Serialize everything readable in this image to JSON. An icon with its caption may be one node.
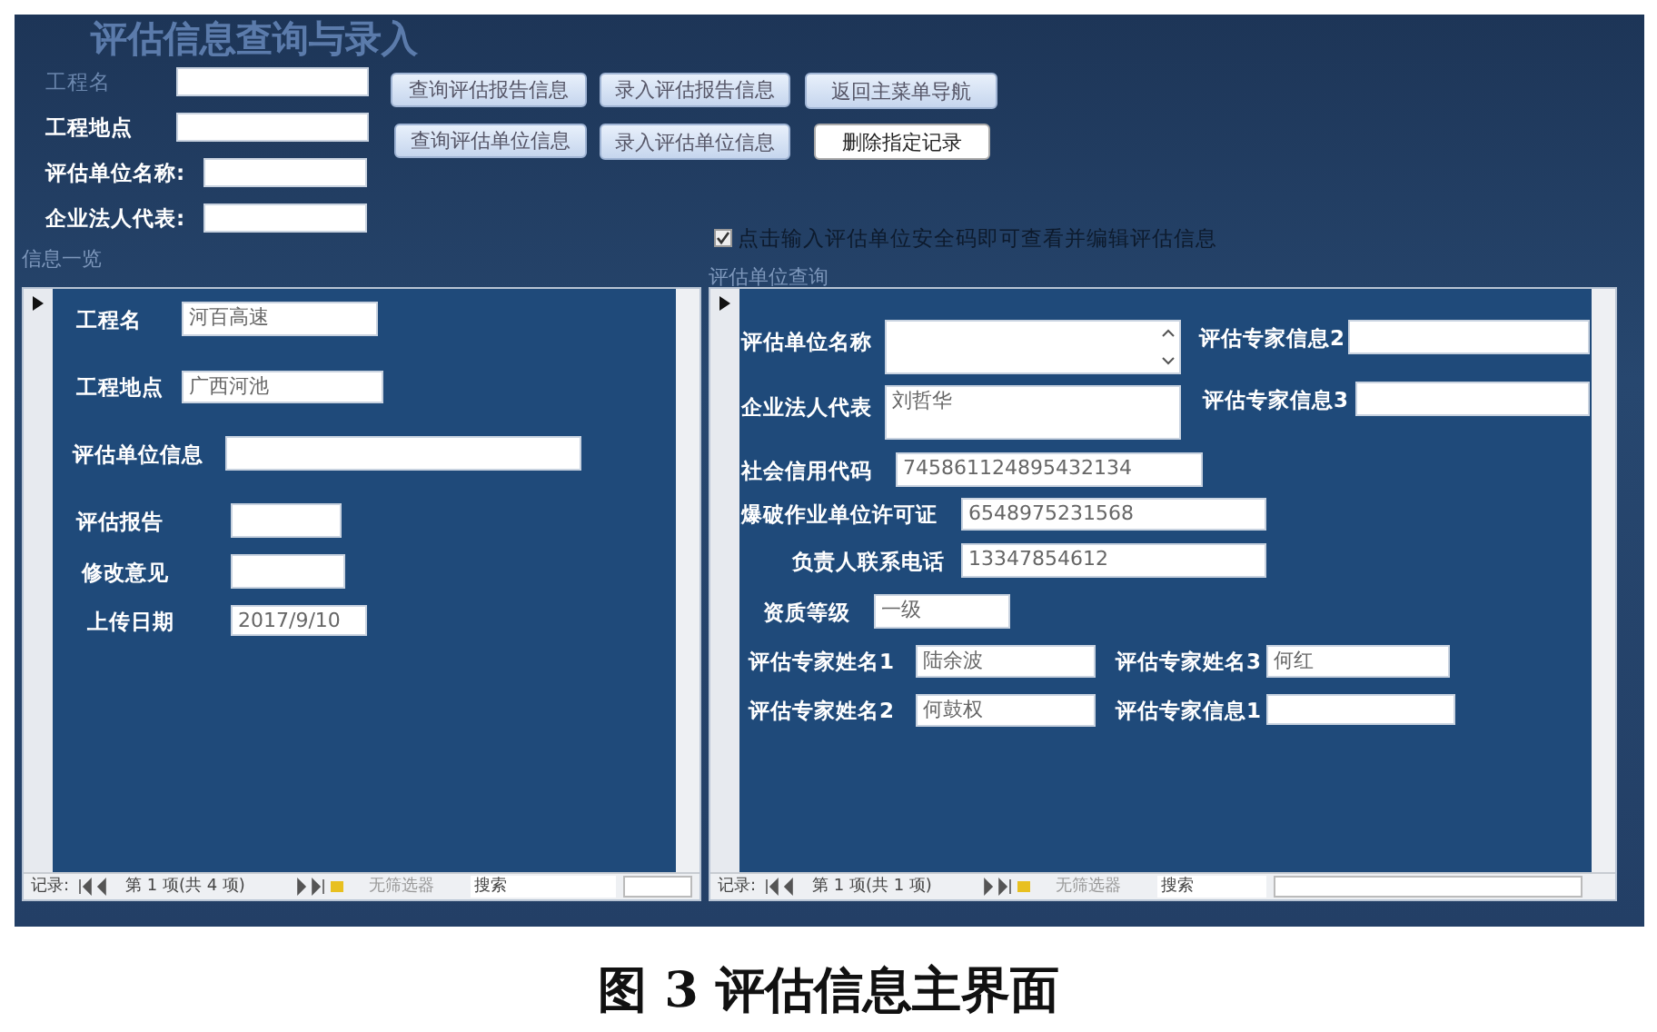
{
  "diagram": {
    "title": "评估信息查询与录入",
    "caption": "图 3 评估信息主界面",
    "nodes": [
      {
        "text": [],
        "shape": "box",
        "beside": [
          "工程名"
        ]
      },
      {
        "text": [],
        "shape": "box",
        "beside": [
          "工程地点"
        ]
      },
      {
        "text": [],
        "shape": "box",
        "beside": [
          "评估单位名称:"
        ]
      },
      {
        "text": [],
        "shape": "box",
        "beside": [
          "企业法人代表:"
        ]
      },
      {
        "text": [
          "查询评估报告信息"
        ]
      },
      {
        "text": [
          "录入评估报告信息"
        ]
      },
      {
        "text": [
          "返回主菜单导航"
        ]
      },
      {
        "text": [
          "查询评估单位信息"
        ]
      },
      {
        "text": [
          "录入评估单位信息"
        ]
      },
      {
        "text": [
          "删除指定记录"
        ]
      },
      {
        "text": [
          "信息一览"
        ]
      },
      {
        "text": [
          "河百高速"
        ],
        "beside": [
          "工程名"
        ],
        "in": 10
      },
      {
        "text": [
          "广西河池"
        ],
        "beside": [
          "工程地点"
        ],
        "in": 10
      },
      {
        "text": [],
        "shape": "box",
        "beside": [
          "评估单位信息"
        ],
        "in": 10
      },
      {
        "text": [],
        "shape": "box",
        "beside": [
          "评估报告"
        ],
        "in": 10
      },
      {
        "text": [],
        "shape": "box",
        "beside": [
          "修改意见"
        ],
        "in": 10
      },
      {
        "text": [
          "2017/9/10"
        ],
        "beside": [
          "上传日期"
        ],
        "in": 10
      },
      {
        "text": [
          "评估单位查询"
        ]
      },
      {
        "text": [],
        "shape": "box",
        "beside": [
          "评估单位名称"
        ],
        "in": 17
      },
      {
        "text": [],
        "shape": "box",
        "beside": [
          "评估专家信息2"
        ],
        "in": 17
      },
      {
        "text": [
          "刘哲华"
        ],
        "beside": [
          "企业法人代表"
        ],
        "in": 17
      },
      {
        "text": [],
        "shape": "box",
        "beside": [
          "评估专家信息3"
        ],
        "in": 17
      },
      {
        "text": [
          "745861124895432134"
        ],
        "beside": [
          "社会信用代码"
        ],
        "in": 17
      },
      {
        "text": [
          "6548975231568"
        ],
        "beside": [
          "爆破作业单位许可证"
        ],
        "in": 17
      },
      {
        "text": [
          "13347854612"
        ],
        "beside": [
          "负责人联系电话"
        ],
        "in": 17
      },
      {
        "text": [
          "一级"
        ],
        "beside": [
          "资质等级"
        ],
        "in": 17
      },
      {
        "text": [
          "陆余波"
        ],
        "beside": [
          "评估专家姓名1"
        ],
        "in": 17
      },
      {
        "text": [
          "何红"
        ],
        "beside": [
          "评估专家姓名3"
        ],
        "in": 17
      },
      {
        "text": [
          "何鼓权"
        ],
        "beside": [
          "评估专家姓名2"
        ],
        "in": 17
      },
      {
        "text": [],
        "shape": "box",
        "beside": [
          "评估专家信息1"
        ],
        "in": 17
      }
    ],
    "labels": [
      "点击输入评估单位安全码即可查看并编辑评估信息",
      "记录:",
      "第 1 项(共 4 项)",
      "无筛选器",
      "搜索",
      "记录:",
      "第 1 项(共 1 项)",
      "无筛选器",
      "搜索"
    ]
  }
}
